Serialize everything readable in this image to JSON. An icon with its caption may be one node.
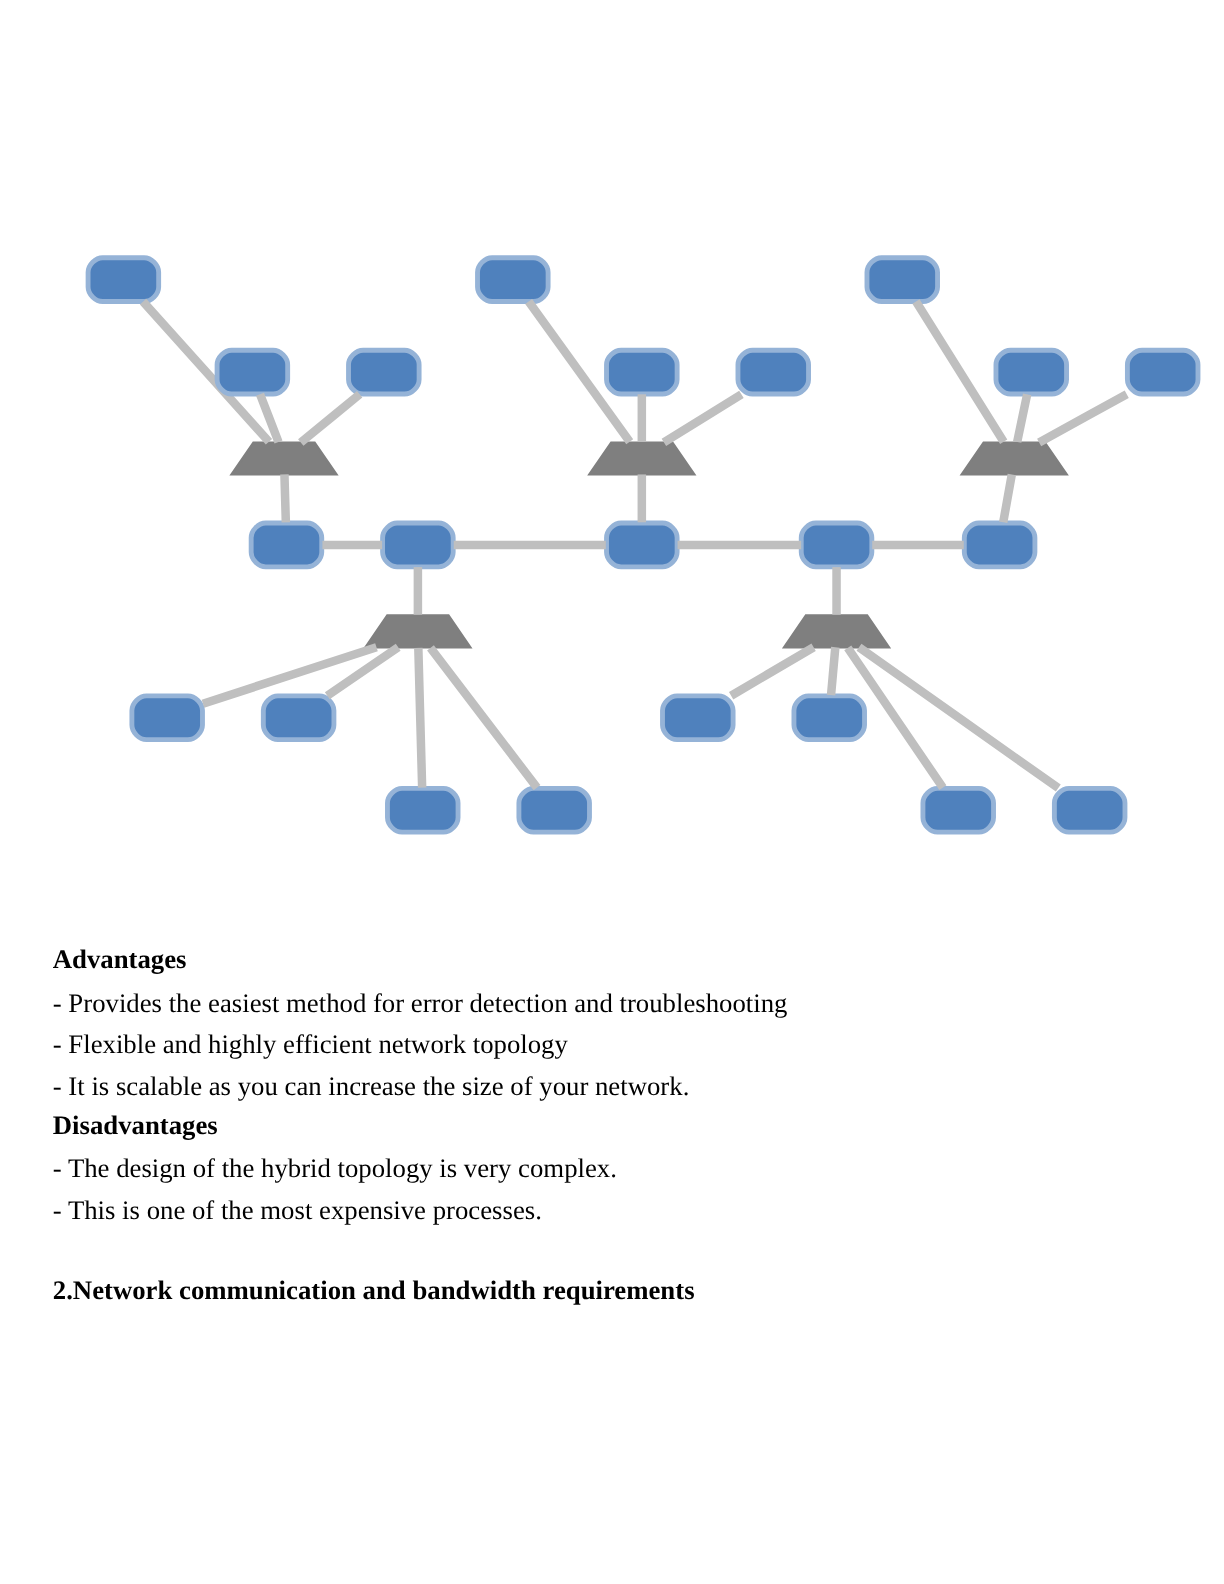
{
  "diagram": {
    "nodes": [
      {
        "text": [],
        "shape": "box"
      },
      {
        "text": [],
        "shape": "box"
      },
      {
        "text": [],
        "shape": "box"
      },
      {
        "text": [],
        "shape": "bar"
      },
      {
        "text": [],
        "shape": "box"
      },
      {
        "text": [],
        "shape": "box"
      },
      {
        "text": [],
        "shape": "box"
      },
      {
        "text": [],
        "shape": "bar"
      },
      {
        "text": [],
        "shape": "box"
      },
      {
        "text": [],
        "shape": "box"
      },
      {
        "text": [],
        "shape": "box"
      },
      {
        "text": [],
        "shape": "bar"
      },
      {
        "text": [],
        "shape": "box"
      },
      {
        "text": [],
        "shape": "box"
      },
      {
        "text": [],
        "shape": "box"
      },
      {
        "text": [],
        "shape": "box"
      },
      {
        "text": [],
        "shape": "box"
      },
      {
        "text": [],
        "shape": "bar"
      },
      {
        "text": [],
        "shape": "bar"
      },
      {
        "text": [],
        "shape": "box"
      },
      {
        "text": [],
        "shape": "box"
      },
      {
        "text": [],
        "shape": "box"
      },
      {
        "text": [],
        "shape": "box"
      },
      {
        "text": [],
        "shape": "box"
      },
      {
        "text": [],
        "shape": "box"
      },
      {
        "text": [],
        "shape": "box"
      },
      {
        "text": [],
        "shape": "box"
      }
    ],
    "edges": [
      {
        "from": 0,
        "to": 3,
        "arrow": "none"
      },
      {
        "from": 1,
        "to": 3,
        "arrow": "none"
      },
      {
        "from": 2,
        "to": 3,
        "arrow": "none"
      },
      {
        "from": 3,
        "to": 12,
        "arrow": "none"
      },
      {
        "from": 4,
        "to": 7,
        "arrow": "none"
      },
      {
        "from": 5,
        "to": 7,
        "arrow": "none"
      },
      {
        "from": 6,
        "to": 7,
        "arrow": "none"
      },
      {
        "from": 7,
        "to": 14,
        "arrow": "none"
      },
      {
        "from": 8,
        "to": 11,
        "arrow": "none"
      },
      {
        "from": 9,
        "to": 11,
        "arrow": "none"
      },
      {
        "from": 10,
        "to": 11,
        "arrow": "none"
      },
      {
        "from": 11,
        "to": 16,
        "arrow": "none"
      },
      {
        "from": 12,
        "to": 13,
        "arrow": "none"
      },
      {
        "from": 13,
        "to": 14,
        "arrow": "none"
      },
      {
        "from": 14,
        "to": 15,
        "arrow": "none"
      },
      {
        "from": 15,
        "to": 16,
        "arrow": "none"
      },
      {
        "from": 13,
        "to": 17,
        "arrow": "none"
      },
      {
        "from": 15,
        "to": 18,
        "arrow": "none"
      },
      {
        "from": 17,
        "to": 19,
        "arrow": "none"
      },
      {
        "from": 17,
        "to": 23,
        "arrow": "none"
      },
      {
        "from": 17,
        "to": 24,
        "arrow": "none"
      },
      {
        "from": 17,
        "to": 20,
        "arrow": "none"
      },
      {
        "from": 18,
        "to": 21,
        "arrow": "none"
      },
      {
        "from": 18,
        "to": 25,
        "arrow": "none"
      },
      {
        "from": 18,
        "to": 26,
        "arrow": "none"
      },
      {
        "from": 18,
        "to": 22,
        "arrow": "none"
      }
    ],
    "labels": [
      "Advantages",
      "- Provides the easiest method for error detection and troubleshooting",
      "- Flexible and highly efficient network topology",
      "- It is scalable as you can increase the size of your network.",
      "Disadvantages",
      "- The design of the hybrid topology is very complex.",
      "- This is one of the most expensive processes.",
      "2.Network communication and bandwidth requirements"
    ]
  }
}
